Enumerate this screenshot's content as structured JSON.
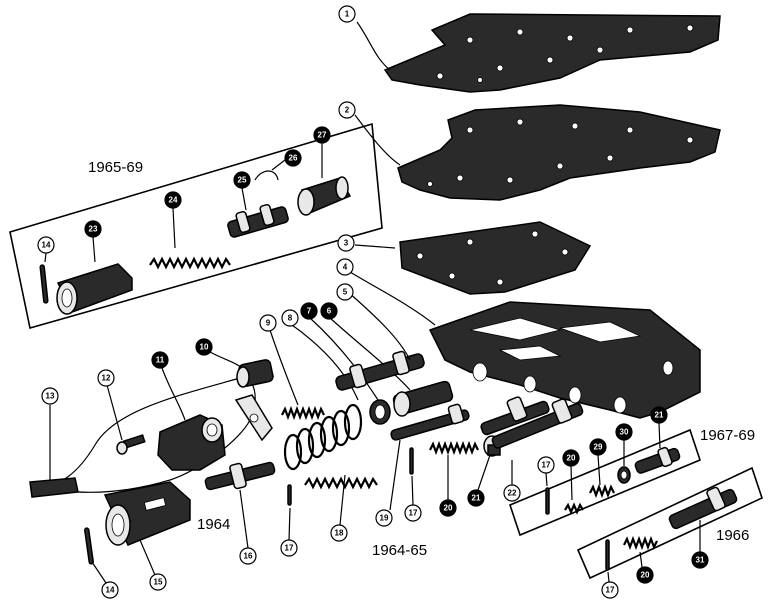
{
  "year_labels": {
    "y1965_69": "1965-69",
    "y1964": "1964",
    "y1964_65": "1964-65",
    "y1967_69": "1967-69",
    "y1966": "1966"
  },
  "callouts": {
    "c1": "1",
    "c2": "2",
    "c3": "3",
    "c4": "4",
    "c5": "5",
    "c6": "6",
    "c7": "7",
    "c8": "8",
    "c9": "9",
    "c10": "10",
    "c11": "11",
    "c12": "12",
    "c13": "13",
    "c14a": "14",
    "c14b": "14",
    "c15": "15",
    "c16": "16",
    "c17a": "17",
    "c17b": "17",
    "c17c": "17",
    "c17d": "17",
    "c18": "18",
    "c19": "19",
    "c20a": "20",
    "c20b": "20",
    "c20c": "20",
    "c21a": "21",
    "c21b": "21",
    "c22": "22",
    "c23": "23",
    "c24": "24",
    "c25": "25",
    "c26": "26",
    "c27": "27",
    "c29": "29",
    "c30": "30",
    "c31": "31"
  }
}
